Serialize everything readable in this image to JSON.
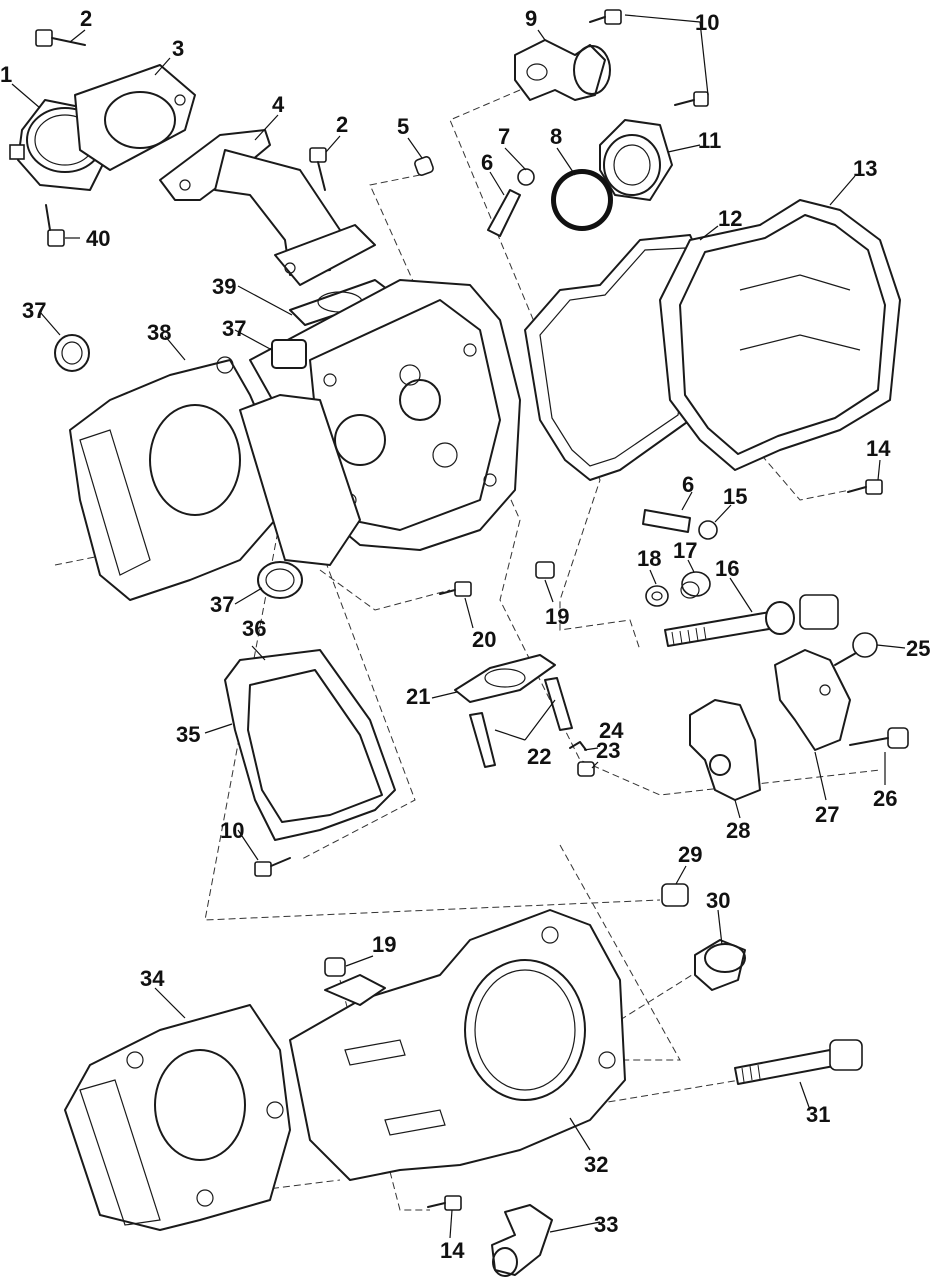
{
  "callouts": [
    "1",
    "2",
    "3",
    "2",
    "4",
    "5",
    "6",
    "7",
    "8",
    "9",
    "10",
    "10",
    "11",
    "12",
    "13",
    "14",
    "15",
    "6",
    "16",
    "17",
    "18",
    "19",
    "20",
    "21",
    "22",
    "23",
    "24",
    "25",
    "26",
    "27",
    "28",
    "29",
    "30",
    "19",
    "31",
    "32",
    "33",
    "34",
    "35",
    "36",
    "37",
    "37",
    "37",
    "38",
    "39",
    "40",
    "10",
    "14"
  ]
}
